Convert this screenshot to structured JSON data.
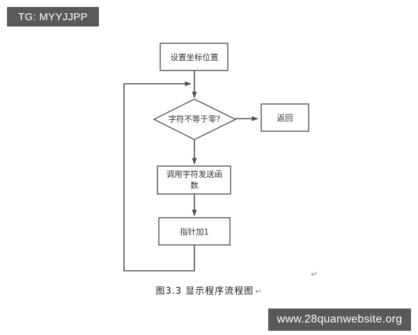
{
  "watermarks": {
    "telegram_badge": "TG: MYYJJPP",
    "site_badge": "www.28quanwebsite.org"
  },
  "caption": {
    "text": "图3.3 显示程序流程图",
    "pilcrow": "↵"
  },
  "stray_marks": {
    "pilcrow": "↵"
  },
  "flowchart": {
    "title": "显示程序流程图",
    "nodes": [
      {
        "id": "set-coordinates",
        "type": "process",
        "label": "设置坐标位置",
        "lines": [
          "设置坐标位置"
        ]
      },
      {
        "id": "char-not-zero",
        "type": "decision",
        "label": "字符不等于零?",
        "lines": [
          "字符不等于零?"
        ]
      },
      {
        "id": "return",
        "type": "process",
        "label": "返回",
        "lines": [
          "返回"
        ]
      },
      {
        "id": "call-send-char",
        "type": "process",
        "label": "调用字符发送函数",
        "lines": [
          "调用字符发送函",
          "数"
        ]
      },
      {
        "id": "pointer-increment",
        "type": "process",
        "label": "指针加1",
        "lines": [
          "指针加1"
        ]
      }
    ],
    "edges": [
      {
        "from": "set-coordinates",
        "to": "char-not-zero",
        "label": ""
      },
      {
        "from": "char-not-zero",
        "to": "return",
        "label": ""
      },
      {
        "from": "char-not-zero",
        "to": "call-send-char",
        "label": ""
      },
      {
        "from": "call-send-char",
        "to": "pointer-increment",
        "label": ""
      },
      {
        "from": "pointer-increment",
        "to": "char-not-zero",
        "label": ""
      }
    ]
  },
  "colors": {
    "watermark_bg": "#595959",
    "watermark_text": "#ffffff",
    "node_stroke": "#4d4d4d",
    "node_fill": "#ffffff",
    "edge_stroke": "#4d4d4d",
    "page_bg": "#ffffff"
  }
}
